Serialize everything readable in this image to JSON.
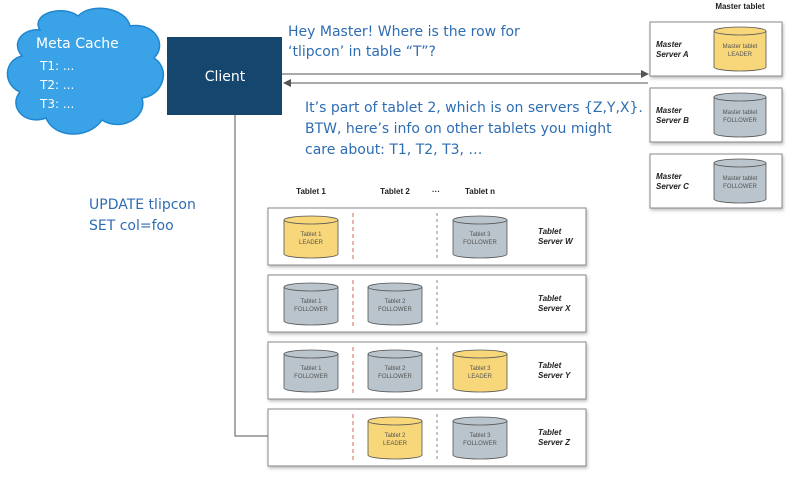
{
  "meta_cache": {
    "title": "Meta Cache",
    "lines": [
      "T1: ...",
      "T2: ...",
      "T3: ..."
    ]
  },
  "client": {
    "label": "Client"
  },
  "messages": {
    "question": [
      "Hey Master! Where is the row for",
      "‘tlipcon’ in table “T”?"
    ],
    "answer": [
      "It’s part of tablet 2, which is on servers {Z,Y,X}.",
      "BTW, here’s info on other tablets you might",
      "care about: T1, T2, T3, …"
    ],
    "update": [
      "UPDATE tlipcon",
      "SET col=foo"
    ]
  },
  "master": {
    "header": "Master tablet",
    "servers": [
      {
        "name": [
          "Master",
          "Server A"
        ],
        "cyl": [
          "Master tablet",
          "LEADER"
        ],
        "role": "leader"
      },
      {
        "name": [
          "Master",
          "Server B"
        ],
        "cyl": [
          "Master tablet",
          "FOLLOWER"
        ],
        "role": "follower"
      },
      {
        "name": [
          "Master",
          "Server C"
        ],
        "cyl": [
          "Master tablet",
          "FOLLOWER"
        ],
        "role": "follower"
      }
    ]
  },
  "tablets": {
    "headers": [
      "Tablet 1",
      "Tablet 2",
      "···",
      "Tablet n"
    ],
    "servers": [
      {
        "name": [
          "Tablet",
          "Server W"
        ],
        "cells": [
          {
            "lines": [
              "Tablet 1",
              "LEADER"
            ],
            "role": "leader"
          },
          null,
          {
            "lines": [
              "Tablet 3",
              "FOLLOWER"
            ],
            "role": "follower"
          }
        ]
      },
      {
        "name": [
          "Tablet",
          "Server X"
        ],
        "cells": [
          {
            "lines": [
              "Tablet 1",
              "FOLLOWER"
            ],
            "role": "follower"
          },
          {
            "lines": [
              "Tablet 2",
              "FOLLOWER"
            ],
            "role": "follower"
          },
          null
        ]
      },
      {
        "name": [
          "Tablet",
          "Server Y"
        ],
        "cells": [
          {
            "lines": [
              "Tablet 1",
              "FOLLOWER"
            ],
            "role": "follower"
          },
          {
            "lines": [
              "Tablet 2",
              "FOLLOWER"
            ],
            "role": "follower"
          },
          {
            "lines": [
              "Tablet 3",
              "LEADER"
            ],
            "role": "leader"
          }
        ]
      },
      {
        "name": [
          "Tablet",
          "Server Z"
        ],
        "cells": [
          null,
          {
            "lines": [
              "Tablet 2",
              "LEADER"
            ],
            "role": "leader"
          },
          {
            "lines": [
              "Tablet 3",
              "FOLLOWER"
            ],
            "role": "follower"
          }
        ]
      }
    ]
  },
  "colors": {
    "cloud": "#3aa3e8",
    "client": "#14466e",
    "leader_fill": "#f7d77a",
    "follower_fill": "#b9c4cc",
    "divider": "#d66a5a",
    "text_blue": "#2f6db3"
  }
}
